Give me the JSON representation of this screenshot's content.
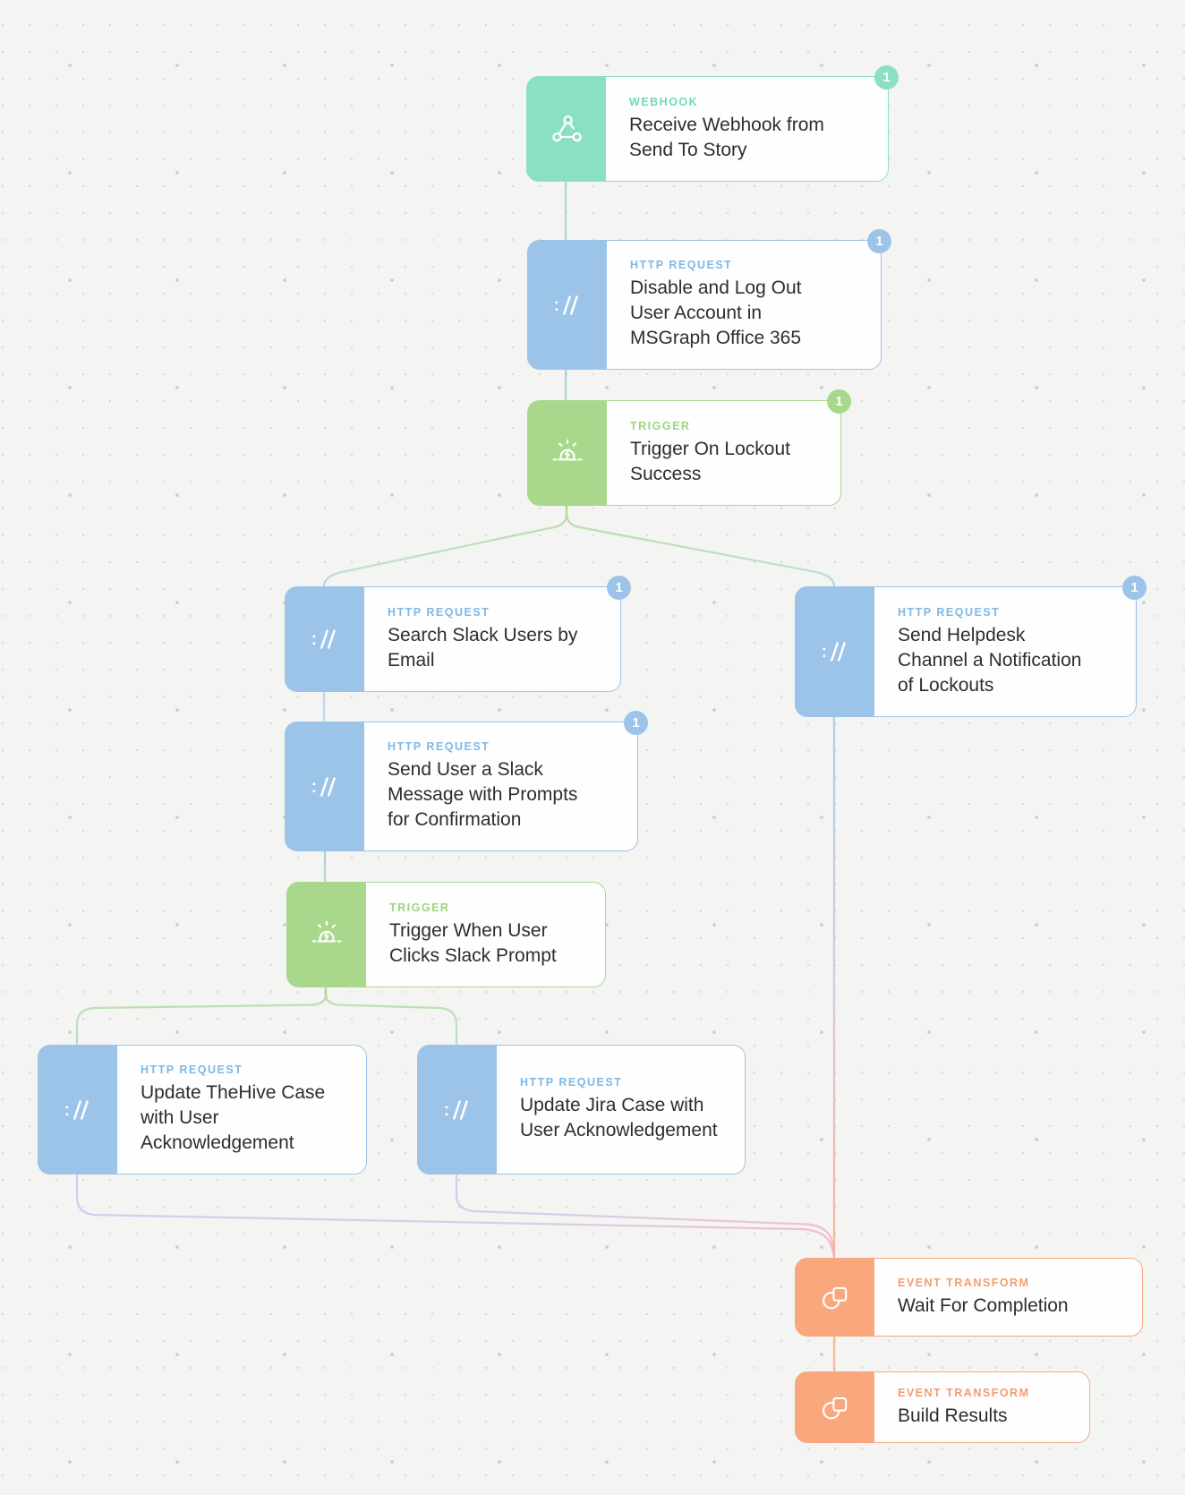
{
  "diagram": {
    "colors": {
      "webhook": {
        "main": "#8ce0c2",
        "text": "#6edcb2"
      },
      "http_request": {
        "main": "#9cc3e8",
        "text": "#7db9e5"
      },
      "trigger": {
        "main": "#a9d88c",
        "text": "#9fd57c"
      },
      "event_transform": {
        "main": "#f9a87e",
        "text": "#f59c70"
      }
    },
    "nodes": {
      "receive_webhook": {
        "type_label": "WEBHOOK",
        "title": "Receive Webhook from Send To Story",
        "badge": "1"
      },
      "disable_logout": {
        "type_label": "HTTP REQUEST",
        "title": "Disable and Log Out User Account in MSGraph Office 365",
        "badge": "1"
      },
      "trigger_lockout": {
        "type_label": "TRIGGER",
        "title": "Trigger On Lockout Success",
        "badge": "1"
      },
      "search_slack": {
        "type_label": "HTTP REQUEST",
        "title": "Search Slack Users by Email",
        "badge": "1"
      },
      "send_helpdesk": {
        "type_label": "HTTP REQUEST",
        "title": "Send Helpdesk Channel a Notification of Lockouts",
        "badge": "1"
      },
      "send_user_message": {
        "type_label": "HTTP REQUEST",
        "title": "Send User a Slack Message with Prompts for Confirmation",
        "badge": "1"
      },
      "trigger_prompt": {
        "type_label": "TRIGGER",
        "title": "Trigger When User Clicks Slack Prompt",
        "badge": ""
      },
      "update_thehive": {
        "type_label": "HTTP REQUEST",
        "title": "Update TheHive Case with User Acknowledgement",
        "badge": ""
      },
      "update_jira": {
        "type_label": "HTTP REQUEST",
        "title": "Update Jira Case with User Acknowledgement",
        "badge": ""
      },
      "wait_completion": {
        "type_label": "EVENT TRANSFORM",
        "title": "Wait For Completion",
        "badge": ""
      },
      "build_results": {
        "type_label": "EVENT TRANSFORM",
        "title": "Build Results",
        "badge": ""
      }
    }
  }
}
